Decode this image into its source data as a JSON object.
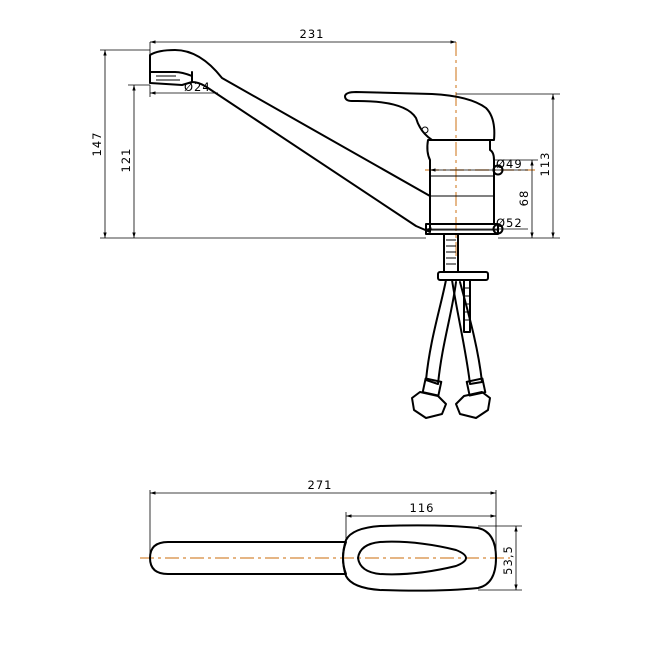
{
  "dimensions": {
    "spout_reach": "231",
    "aerator_diameter": "Ø24",
    "total_height": "147",
    "spout_height": "121",
    "body_height": "113",
    "body_diameter": "Ø49",
    "body_section_height": "68",
    "base_diameter": "Ø52",
    "top_total_length": "271",
    "top_lever_length": "116",
    "top_lever_width": "53,5"
  }
}
